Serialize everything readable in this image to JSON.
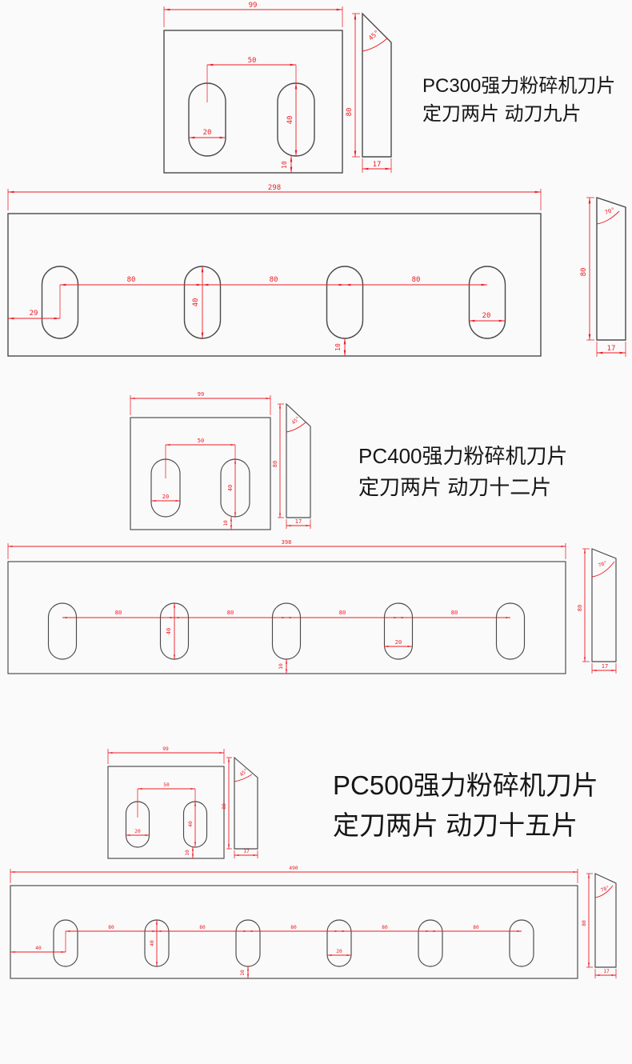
{
  "page": {
    "background": "#fafafa",
    "outline_color": "#4a4a4a",
    "dimension_color": "#ed1c24",
    "text_color": "#161616"
  },
  "sections": [
    {
      "model": "PC300",
      "title": "PC300强力粉碎机刀片",
      "subtitle": "定刀两片 动刀九片"
    },
    {
      "model": "PC400",
      "title": "PC400强力粉碎机刀片",
      "subtitle": "定刀两片 动刀十二片"
    },
    {
      "model": "PC500",
      "title": "PC500强力粉碎机刀片",
      "subtitle": "定刀两片 动刀十五片"
    }
  ],
  "fixed_blade": {
    "width": "99",
    "hole_spacing": "50",
    "hole_width": "20",
    "hole_height": "40",
    "bottom_offset": "10",
    "bevel_angle": "45°",
    "height": "80",
    "thickness": "17"
  },
  "moving_blade_pc300": {
    "length": "298",
    "edge_offset": "29",
    "hole_pitch": "80",
    "hole_height": "40",
    "hole_width": "20",
    "bottom_offset": "10",
    "bevel_angle": "70°",
    "height": "80",
    "thickness": "17"
  },
  "moving_blade_pc400": {
    "length": "398",
    "hole_pitch": "80",
    "hole_height": "40",
    "hole_width": "20",
    "bottom_offset": "10",
    "bevel_angle": "70°",
    "height": "80",
    "thickness": "17"
  },
  "moving_blade_pc500": {
    "length": "490",
    "edge_offset": "40",
    "hole_pitch": "80",
    "hole_height": "40",
    "hole_width": "20",
    "bottom_offset": "10",
    "bevel_angle": "70°",
    "height": "80",
    "thickness": "17"
  }
}
